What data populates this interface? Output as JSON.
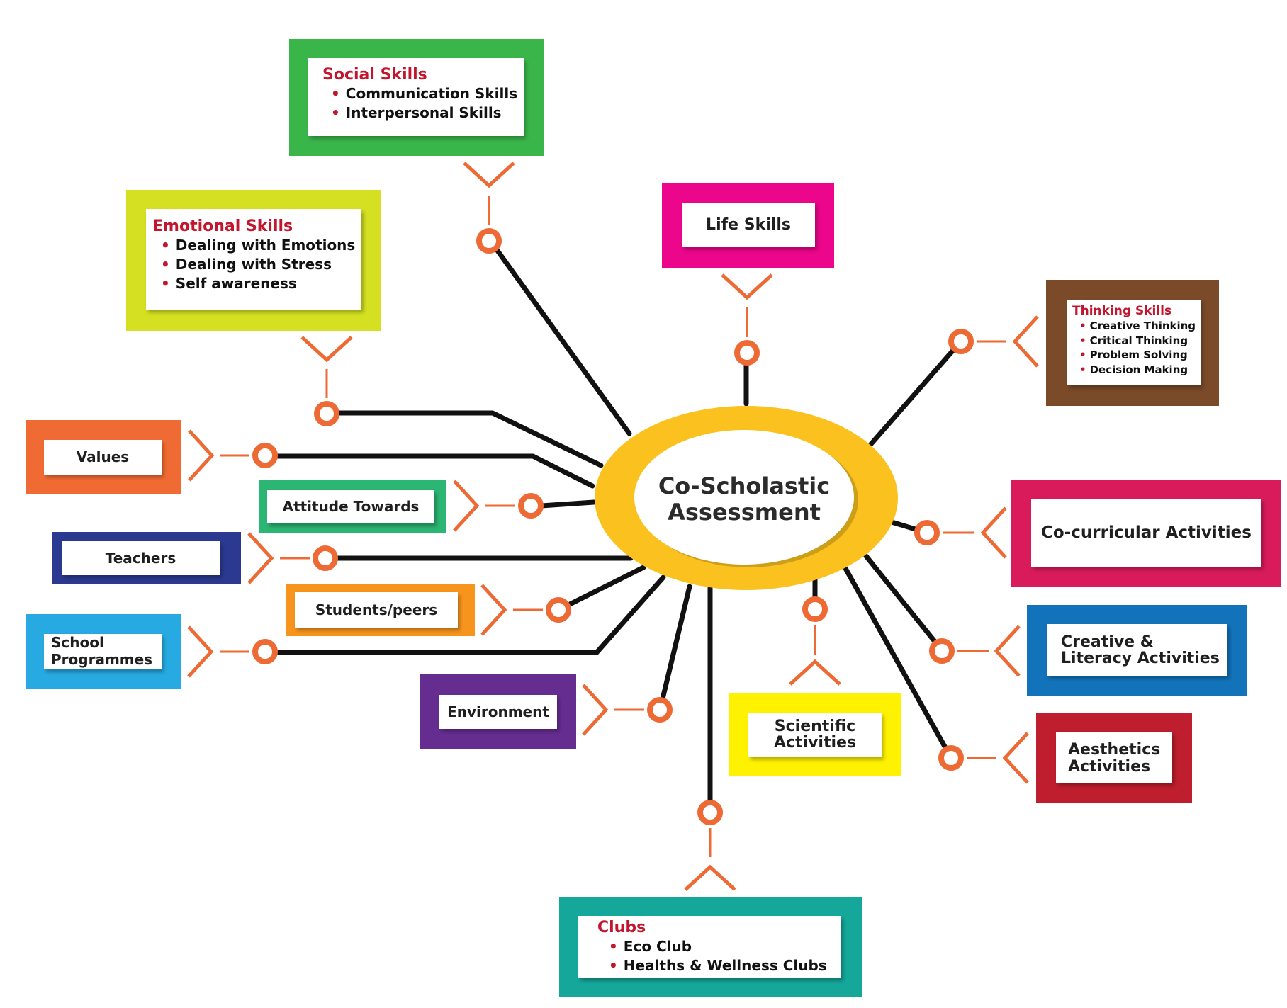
{
  "center": {
    "line1": "Co-Scholastic",
    "line2": "Assessment",
    "ring_color": "#fbc21f"
  },
  "accent_color": "#ee6a35",
  "nodes": {
    "social": {
      "title": "Social Skills",
      "items": [
        "Communication Skills",
        "Interpersonal Skills"
      ],
      "color": "#3ab54a"
    },
    "emotional": {
      "title": "Emotional Skills",
      "items": [
        "Dealing with Emotions",
        "Dealing with Stress",
        "Self awareness"
      ],
      "color": "#d4e021"
    },
    "life": {
      "label": "Life Skills",
      "color": "#eb068c"
    },
    "thinking": {
      "title": "Thinking Skills",
      "items": [
        "Creative Thinking",
        "Critical Thinking",
        "Problem Solving",
        "Decision Making"
      ],
      "color": "#7a4a29"
    },
    "values": {
      "label": "Values",
      "color": "#f06b33"
    },
    "attitude": {
      "label": "Attitude Towards",
      "color": "#2bb673"
    },
    "teachers": {
      "label": "Teachers",
      "color": "#2b3990"
    },
    "students": {
      "label": "Students/peers",
      "color": "#f7941d"
    },
    "school": {
      "line1": "School",
      "line2": "Programmes",
      "color": "#27aae1"
    },
    "environment": {
      "label": "Environment",
      "color": "#662d91"
    },
    "cocurricular": {
      "label": "Co-curricular Activities",
      "color": "#d91b5c"
    },
    "creative": {
      "line1": "Creative &",
      "line2": "Literacy Activities",
      "color": "#1273bb"
    },
    "scientific": {
      "line1": "Scientific",
      "line2": "Activities",
      "color": "#fff200"
    },
    "aesthetics": {
      "line1": "Aesthetics",
      "line2": "Activities",
      "color": "#be1e2d"
    },
    "clubs": {
      "title": "Clubs",
      "items": [
        "Eco Club",
        "Healths & Wellness Clubs"
      ],
      "color": "#15a89a"
    }
  }
}
